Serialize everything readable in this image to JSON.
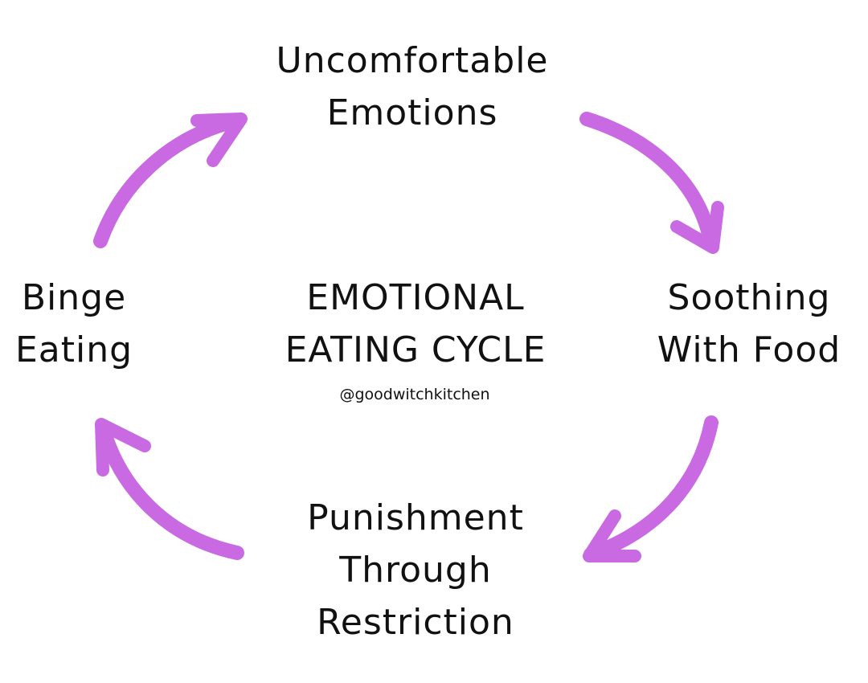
{
  "title": [
    "EMOTIONAL",
    "EATING CYCLE"
  ],
  "handle": "@goodwitchkitchen",
  "stages": {
    "top": [
      "Uncomfortable",
      "Emotions"
    ],
    "right": [
      "Soothing",
      "With Food"
    ],
    "bottom": [
      "Punishment",
      "Through",
      "Restriction"
    ],
    "left": [
      "Binge",
      "Eating"
    ]
  },
  "colors": {
    "arrow": "#c96ae3",
    "text": "#111111"
  }
}
